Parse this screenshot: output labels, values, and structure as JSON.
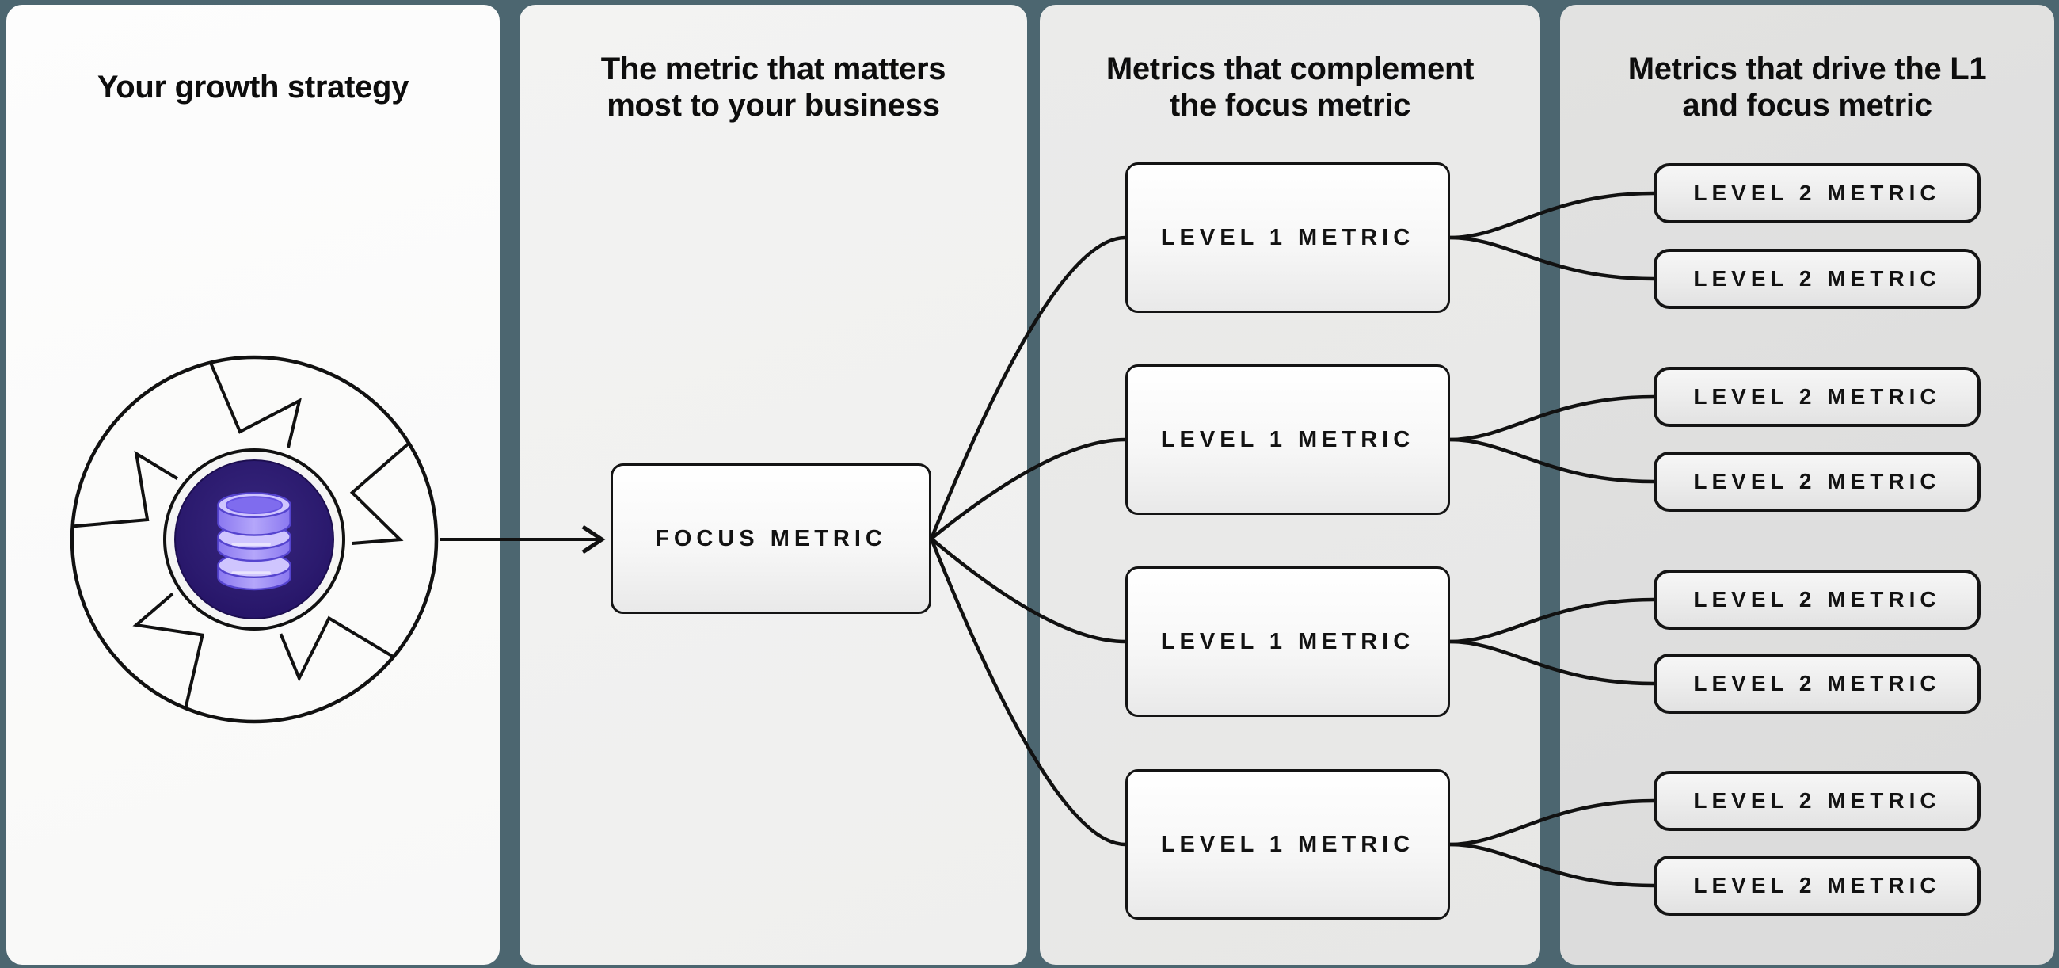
{
  "colors": {
    "background_teal": "#4c6670",
    "ink": "#141414",
    "core_indigo_center": "#38277f",
    "core_indigo_edge": "#241265",
    "db_light": "#cfc5fe",
    "db_mid": "#9b89f6",
    "db_outline": "#5544cf",
    "db_opening": "#7f6cee"
  },
  "panels": {
    "strategy": {
      "title": "Your growth strategy"
    },
    "focus_metric": {
      "title": [
        "The metric that matters",
        "most to your business"
      ],
      "box": "FOCUS METRIC"
    },
    "level1": {
      "title": [
        "Metrics that complement",
        "the focus metric"
      ],
      "boxes": [
        "LEVEL 1 METRIC",
        "LEVEL 1 METRIC",
        "LEVEL 1 METRIC",
        "LEVEL 1 METRIC"
      ]
    },
    "level2": {
      "title": [
        "Metrics that drive the L1",
        "and focus metric"
      ],
      "boxes": [
        "LEVEL 2 METRIC",
        "LEVEL 2 METRIC",
        "LEVEL 2 METRIC",
        "LEVEL 2 METRIC",
        "LEVEL 2 METRIC",
        "LEVEL 2 METRIC",
        "LEVEL 2 METRIC",
        "LEVEL 2 METRIC"
      ]
    }
  },
  "icons": {
    "flywheel": "growth-flywheel",
    "database": "data-cylinder",
    "arrow": "right-arrow"
  }
}
